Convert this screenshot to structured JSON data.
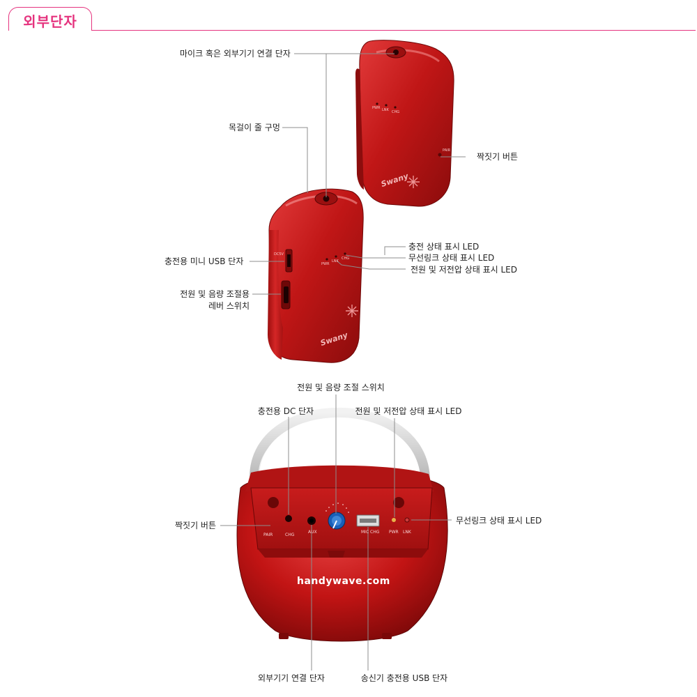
{
  "header": {
    "title": "외부단자"
  },
  "transmitter": {
    "brand": "Swany",
    "leds": [
      "PWR",
      "LNK",
      "CHG"
    ],
    "side_marks": "DC5V",
    "pair_mark": "PAIR",
    "labels": {
      "mic_jack": "마이크 혹은 외부기기 연결 단자",
      "strap_hole": "목걸이 줄 구멍",
      "pair_button": "짝짓기 버튼",
      "charge_led": "충전 상태 표시 LED",
      "link_led": "무선링크 상태 표시 LED",
      "power_led": "전원 및 저전압 상태 표시 LED",
      "usb_port": "충전용 미니 USB 단자",
      "lever_switch_line1": "전원 및 음량 조절용",
      "lever_switch_line2": "레버 스위치"
    }
  },
  "speaker": {
    "website": "handywave.com",
    "panel_marks": {
      "pair": "PAIR",
      "chg": "CHG",
      "aux": "AUX",
      "mic_chg": "MIC CHG",
      "pwr": "PWR",
      "lnk": "LNK"
    },
    "labels": {
      "volume_switch": "전원 및 음량 조절 스위치",
      "dc_jack": "충전용 DC 단자",
      "power_led": "전원 및 저전압 상태 표시 LED",
      "pair_button": "짝짓기 버튼",
      "link_led": "무선링크 상태 표시 LED",
      "aux_jack": "외부기기 연결 단자",
      "usb_charge": "송신기 충전용 USB 단자"
    }
  },
  "colors": {
    "accent": "#e5337e",
    "device_red": "#c41818"
  }
}
